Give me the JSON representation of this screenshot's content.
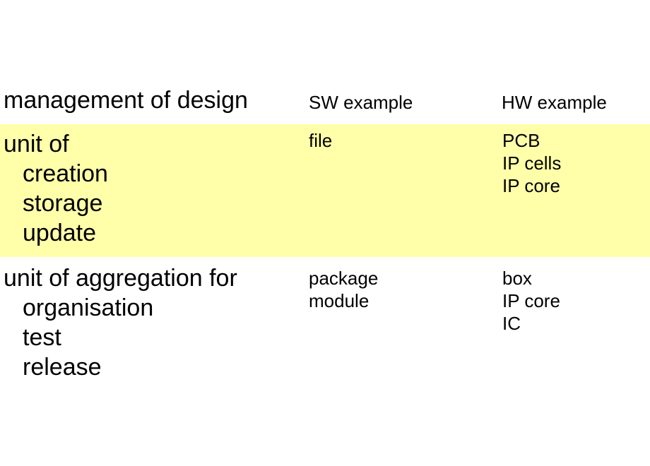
{
  "page": {
    "background": "#FFFFFF",
    "text_color": "#000000"
  },
  "table": {
    "highlight_color": "#FFFFAA",
    "header": {
      "management": "management of design",
      "sw": "SW example",
      "hw": "HW example"
    },
    "rows": [
      {
        "label": {
          "title": "unit of",
          "items": [
            "creation",
            "storage",
            "update"
          ]
        },
        "sw": [
          "file"
        ],
        "hw": [
          "PCB",
          "IP cells",
          "IP core"
        ],
        "highlighted": true
      },
      {
        "label": {
          "title": "unit of aggregation for",
          "items": [
            "organisation",
            "test",
            "release"
          ]
        },
        "sw": [
          "package",
          "module"
        ],
        "hw": [
          "box",
          "IP core",
          "IC"
        ],
        "highlighted": false
      }
    ]
  }
}
